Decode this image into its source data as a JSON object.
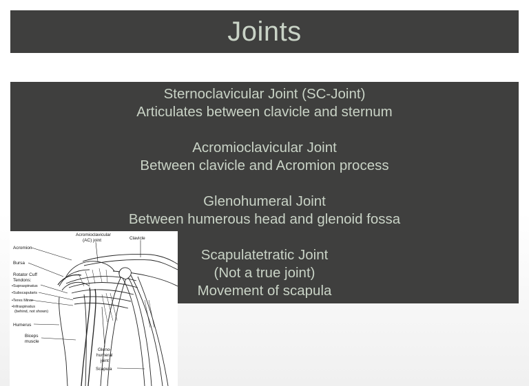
{
  "slide": {
    "title": "Joints",
    "items": [
      {
        "heading": "Sternoclavicular Joint (SC-Joint)",
        "lines": [
          "Articulates between clavicle and sternum"
        ]
      },
      {
        "heading": "Acromioclavicular Joint",
        "lines": [
          "Between clavicle and Acromion process"
        ]
      },
      {
        "heading": "Glenohumeral Joint",
        "lines": [
          "Between humerous head and glenoid fossa"
        ]
      },
      {
        "heading": "Scapulatetratic Joint",
        "lines": [
          "(Not a true joint)",
          "Movement of scapula"
        ]
      }
    ]
  },
  "figure": {
    "labels": {
      "ac_joint_1": "Acromioclavicular",
      "ac_joint_2": "(AC) joint",
      "clavicle": "Clavicle",
      "acromion": "Acromion",
      "bursa": "Bursa",
      "rotator_cuff_1": "Rotator Cuff",
      "rotator_cuff_2": "Tendons:",
      "supraspinatus": "•Supraspinatus",
      "subscapularis": "•Subscapularis",
      "teres_minor": "•Teres Minor",
      "infraspinatus_1": "•Infraspinatus",
      "infraspinatus_2": "(behind, not shown)",
      "humerus": "Humerus",
      "biceps_1": "Biceps",
      "biceps_2": "muscle",
      "gleno_1": "Gleno-",
      "gleno_2": "humeral",
      "gleno_3": "joint",
      "scapula": "Scapula"
    }
  }
}
